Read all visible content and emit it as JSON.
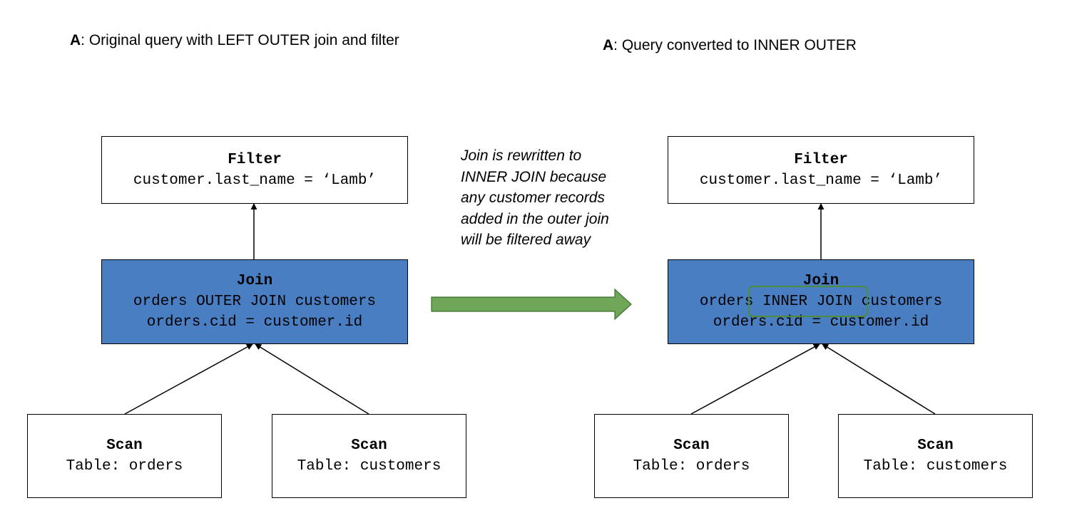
{
  "left_panel": {
    "caption_prefix": "A",
    "caption_text": ": Original query with LEFT OUTER join and filter",
    "filter": {
      "title": "Filter",
      "condition": "customer.last_name = ‘Lamb’"
    },
    "join": {
      "title": "Join",
      "line1": "orders OUTER JOIN customers",
      "line2": "orders.cid = customer.id"
    },
    "scan_left": {
      "title": "Scan",
      "table": "Table: orders"
    },
    "scan_right": {
      "title": "Scan",
      "table": "Table: customers"
    }
  },
  "right_panel": {
    "caption_prefix": "A",
    "caption_text": ": Query converted to INNER OUTER",
    "filter": {
      "title": "Filter",
      "condition": "customer.last_name = ‘Lamb’"
    },
    "join": {
      "title": "Join",
      "line1_before": "orders ",
      "line1_highlight": "INNER JOIN",
      "line1_after": " customers",
      "line2": "orders.cid = customer.id"
    },
    "scan_left": {
      "title": "Scan",
      "table": "Table: orders"
    },
    "scan_right": {
      "title": "Scan",
      "table": "Table: customers"
    }
  },
  "transition_note": {
    "lines": [
      "Join is rewritten to",
      "INNER JOIN because",
      "any customer records",
      "added in the outer join",
      "will be filtered away"
    ]
  },
  "colors": {
    "join_fill": "#4a7ec2",
    "arrow_fill": "#6fa657",
    "arrow_stroke": "#3f6f2d",
    "highlight_outline": "#4f8c3a"
  }
}
